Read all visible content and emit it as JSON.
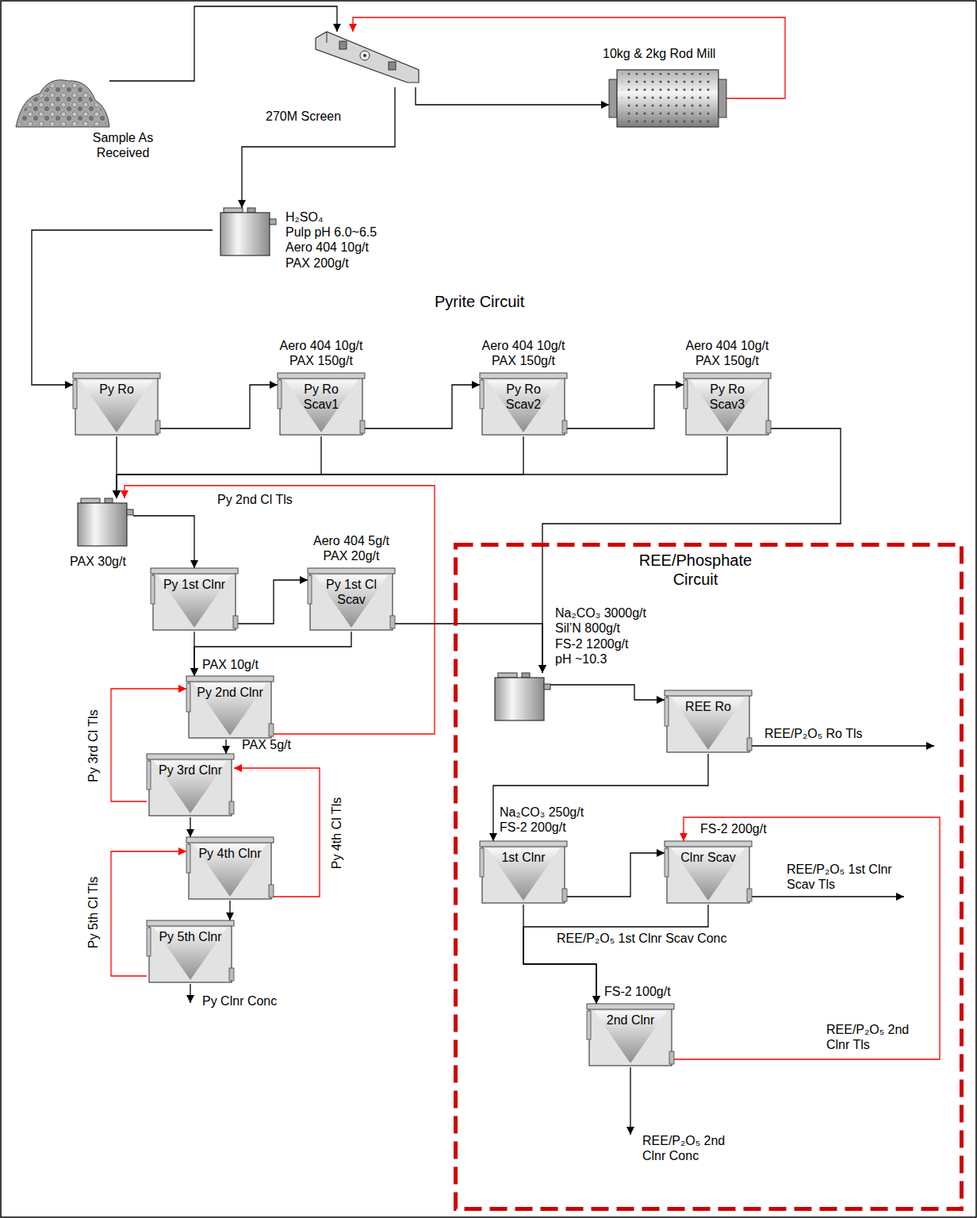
{
  "diagram": {
    "nodes": [
      {
        "text": [
          "Sample As Received"
        ]
      },
      {
        "text": [
          "270M Screen"
        ]
      },
      {
        "text": [
          "10kg & 2kg Rod Mill"
        ]
      },
      {
        "text": [
          "H₂SO₄",
          "Pulp pH 6.0~6.5",
          "Aero 404 10g/t",
          "PAX 200g/t"
        ]
      },
      {
        "text": [
          "Py Ro"
        ]
      },
      {
        "text": [
          "Aero 404 10g/t",
          "PAX 150g/t",
          "Py Ro Scav1"
        ]
      },
      {
        "text": [
          "Aero 404 10g/t",
          "PAX 150g/t",
          "Py Ro Scav2"
        ]
      },
      {
        "text": [
          "Aero 404 10g/t",
          "PAX 150g/t",
          "Py Ro Scav3"
        ]
      },
      {
        "text": [
          "PAX 30g/t"
        ]
      },
      {
        "text": [
          "Py 1st Clnr"
        ]
      },
      {
        "text": [
          "Aero 404 5g/t",
          "PAX 20g/t",
          "Py 1st Cl Scav"
        ]
      },
      {
        "text": [
          "PAX 10g/t",
          "Py 2nd Clnr"
        ]
      },
      {
        "text": [
          "PAX 5g/t",
          "Py 3rd Clnr"
        ]
      },
      {
        "text": [
          "Py 4th Clnr"
        ]
      },
      {
        "text": [
          "Py 5th Clnr"
        ]
      },
      {
        "text": [
          "REE/Phosphate Circuit"
        ]
      },
      {
        "text": [
          "Na₂CO₃ 3000g/t",
          "Sil’N 800g/t",
          "FS-2 1200g/t",
          "pH ~10.3"
        ],
        "in": 15
      },
      {
        "text": [
          "REE Ro"
        ],
        "in": 15
      },
      {
        "text": [
          "Na₂CO₃ 250g/t",
          "FS-2 200g/t",
          "1st Clnr"
        ],
        "in": 15
      },
      {
        "text": [
          "FS-2 200g/t",
          "Clnr Scav"
        ],
        "in": 15
      },
      {
        "text": [
          "FS-2 100g/t",
          "2nd Clnr"
        ],
        "in": 15
      }
    ],
    "edges": [
      {
        "from": 0,
        "to": 1,
        "arrow": "to"
      },
      {
        "from": 1,
        "to": 2,
        "arrow": "to"
      },
      {
        "from": 2,
        "to": 1,
        "arrow": "to"
      },
      {
        "from": 1,
        "to": 3,
        "arrow": "to"
      },
      {
        "from": 3,
        "to": 4,
        "arrow": "to"
      },
      {
        "from": 4,
        "to": 5,
        "arrow": "to"
      },
      {
        "from": 5,
        "to": 6,
        "arrow": "to"
      },
      {
        "from": 6,
        "to": 7,
        "arrow": "to"
      },
      {
        "from": 4,
        "to": 8,
        "arrow": "to"
      },
      {
        "from": 5,
        "to": 8,
        "arrow": "to"
      },
      {
        "from": 6,
        "to": 8,
        "arrow": "to"
      },
      {
        "from": 7,
        "to": 8,
        "arrow": "to"
      },
      {
        "from": 8,
        "to": 9,
        "arrow": "to"
      },
      {
        "from": 9,
        "to": 10,
        "arrow": "to"
      },
      {
        "from": 9,
        "to": 11,
        "arrow": "to"
      },
      {
        "from": 10,
        "to": 11,
        "arrow": "to"
      },
      {
        "from": 11,
        "to": 12,
        "arrow": "to"
      },
      {
        "from": 12,
        "to": 13,
        "arrow": "to"
      },
      {
        "from": 13,
        "to": 14,
        "arrow": "to"
      },
      {
        "from": 11,
        "to": 8,
        "label": "Py 2nd Cl Tls",
        "arrow": "to"
      },
      {
        "from": 12,
        "to": 11,
        "label": "Py 3rd Cl Tls",
        "arrow": "to"
      },
      {
        "from": 13,
        "to": 12,
        "label": "Py 4th Cl Tls",
        "arrow": "to"
      },
      {
        "from": 14,
        "to": 13,
        "label": "Py 5th Cl Tls",
        "arrow": "to"
      },
      {
        "from": 7,
        "to": 16,
        "arrow": "to"
      },
      {
        "from": 10,
        "to": 16,
        "arrow": "to"
      },
      {
        "from": 16,
        "to": 17,
        "arrow": "to"
      },
      {
        "from": 17,
        "to": 18,
        "arrow": "to"
      },
      {
        "from": 18,
        "to": 19,
        "arrow": "to"
      },
      {
        "from": 18,
        "to": 20,
        "arrow": "to"
      },
      {
        "from": 19,
        "to": 20,
        "label": "REE/P₂O₅ 1st Clnr Scav Conc",
        "arrow": "to"
      },
      {
        "from": 20,
        "to": 19,
        "label": "REE/P₂O₅ 2nd Clnr Tls",
        "arrow": "to"
      }
    ],
    "labels": [
      "Pyrite Circuit",
      "REE/P₂O₅ Ro Tls",
      "REE/P₂O₅ 1st Clnr Scav Tls",
      "REE/P₂O₅ 2nd Clnr Conc",
      "Py Clnr Conc"
    ]
  }
}
